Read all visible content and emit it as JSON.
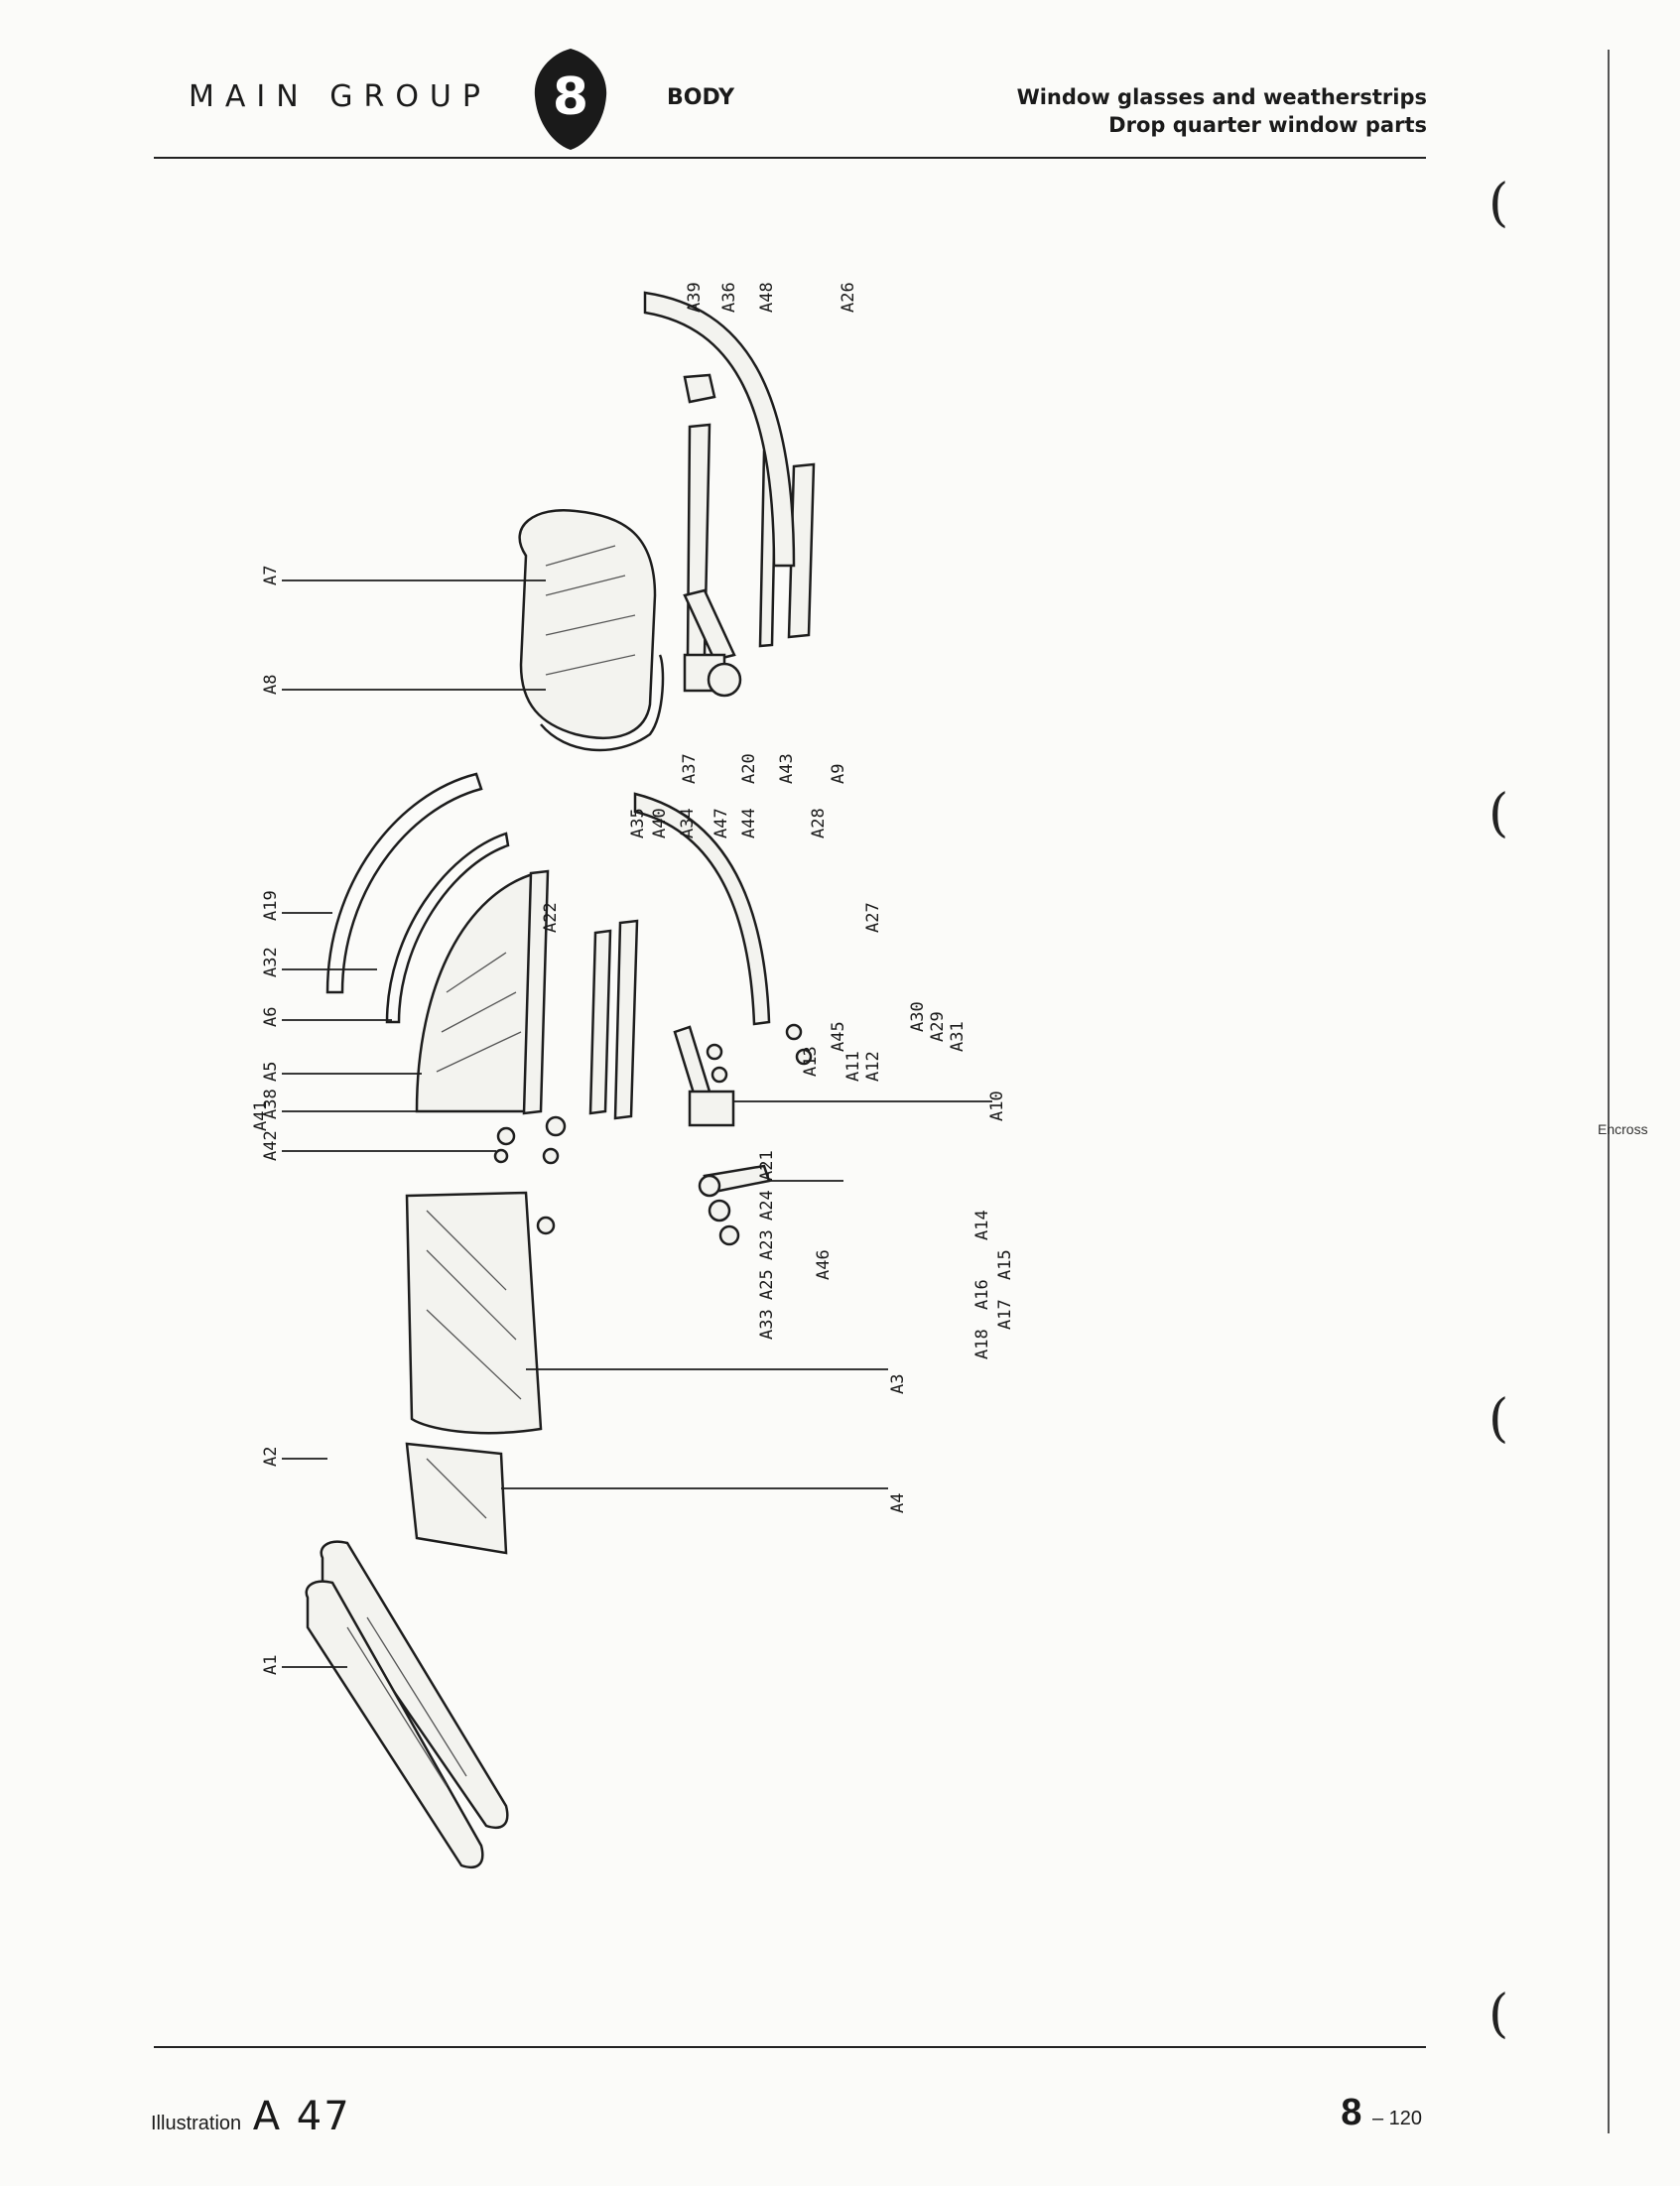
{
  "header": {
    "main_group": "MAIN GROUP",
    "group_number": "8",
    "section": "BODY",
    "title_line1": "Window glasses and weatherstrips",
    "title_line2": "Drop quarter window parts"
  },
  "diagram": {
    "labels": [
      "A1",
      "A2",
      "A3",
      "A4",
      "A5",
      "A6",
      "A7",
      "A8",
      "A9",
      "A10",
      "A11",
      "A12",
      "A13",
      "A14",
      "A15",
      "A16",
      "A17",
      "A18",
      "A19",
      "A20",
      "A21",
      "A22",
      "A23",
      "A24",
      "A25",
      "A26",
      "A27",
      "A28",
      "A29",
      "A30",
      "A31",
      "A32",
      "A33",
      "A34",
      "A35",
      "A36",
      "A37",
      "A38",
      "A39",
      "A40",
      "A41",
      "A42",
      "A43",
      "A44",
      "A45",
      "A46",
      "A47",
      "A48"
    ]
  },
  "footer": {
    "illustration_label": "Illustration",
    "illustration_code": "A 47",
    "page_main": "8",
    "page_sub": "– 120"
  },
  "margin": {
    "side_word": "Encross"
  }
}
